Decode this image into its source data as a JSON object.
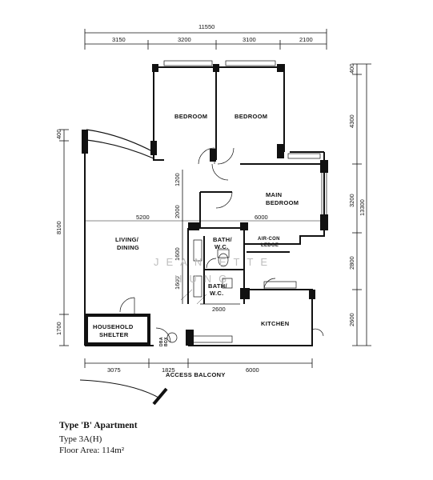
{
  "dimensions": {
    "overall_width": "11550",
    "overall_depth": "13300",
    "top": [
      "3150",
      "3200",
      "3100",
      "2100"
    ],
    "bottom": [
      "3075",
      "1825",
      "6000"
    ],
    "left": [
      "400",
      "8100",
      "1700"
    ],
    "right": [
      "400",
      "4300",
      "3200",
      "2800",
      "2600"
    ],
    "interior": [
      "1200",
      "2000",
      "5200",
      "6000",
      "1600",
      "1600",
      "2600"
    ]
  },
  "rooms": {
    "bedroom_1": "BEDROOM",
    "bedroom_2": "BEDROOM",
    "main_bedroom": [
      "MAIN",
      "BEDROOM"
    ],
    "living_dining": [
      "LIVING/",
      "DINING"
    ],
    "bath_wc_1": [
      "BATH/",
      "W.C."
    ],
    "bath_wc_2": [
      "BATH/",
      "W.C."
    ],
    "aircon_ledge": [
      "AIR-CON",
      "LEDGE"
    ],
    "kitchen": "KITCHEN",
    "household_shelter": [
      "HOUSEHOLD",
      "SHELTER"
    ],
    "dba": [
      "DBA",
      "BOX"
    ],
    "access_balcony": "ACCESS BALCONY"
  },
  "watermark": [
    "JEAN  ETTE",
    "HUNG"
  ],
  "caption": {
    "title": "Type 'B' Apartment",
    "type": "Type 3A(H)",
    "floor_area": "Floor Area: 114m²"
  }
}
